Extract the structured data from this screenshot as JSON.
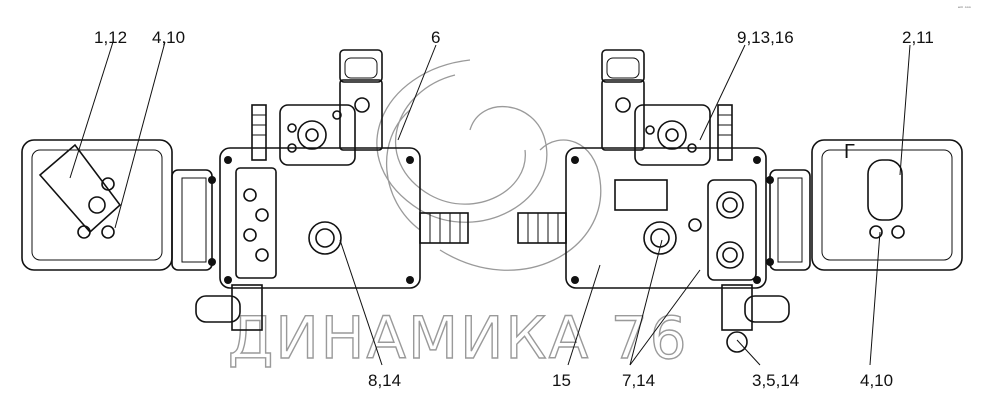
{
  "callouts": {
    "c1": "1,12",
    "c2": "4,10",
    "c3": "6",
    "c4": "9,13,16",
    "c5": "2,11",
    "c6": "8,14",
    "c7": "15",
    "c8": "7,14",
    "c9": "3,5,14",
    "c10": "4,10"
  },
  "view_letter": "Г",
  "watermark": "ДИНАМИКА 76",
  "corner_mark": "ᵉᵐ ᵒᵒᵒ"
}
